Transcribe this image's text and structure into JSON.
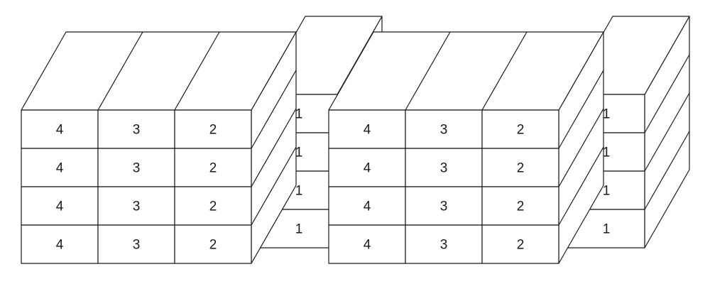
{
  "diagram": {
    "description_labels": [],
    "stacks": [
      {
        "main_block": {
          "columns": [
            "4",
            "3",
            "2"
          ],
          "rows": 4
        },
        "side_column": {
          "label": "1",
          "rows": 4
        }
      },
      {
        "main_block": {
          "columns": [
            "4",
            "3",
            "2"
          ],
          "rows": 4
        },
        "side_column": {
          "label": "1",
          "rows": 4
        }
      }
    ],
    "colors": {
      "line": "#1a1a1a",
      "fill": "#ffffff"
    }
  }
}
